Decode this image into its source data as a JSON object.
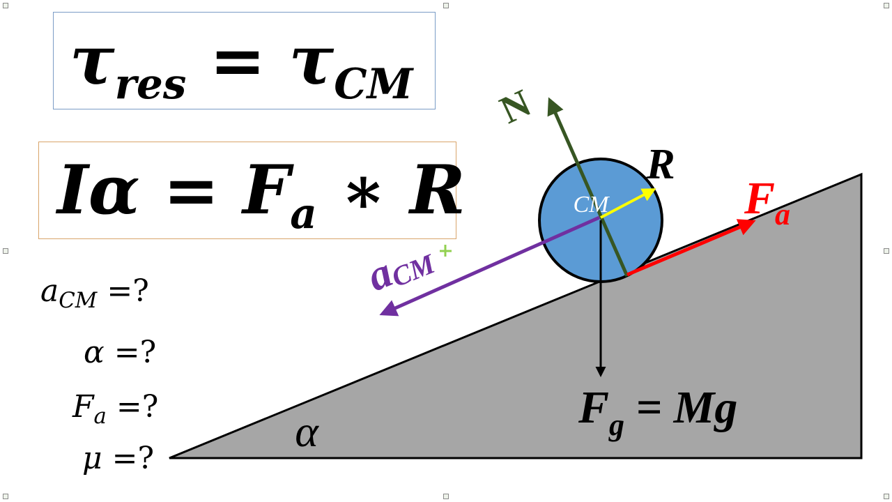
{
  "equations": {
    "torque": {
      "lhs": "τ",
      "lhs_sub": "res",
      "op": " = ",
      "rhs": "τ",
      "rhs_sub": "CM"
    },
    "rotation": {
      "lhs": "Iα",
      "op": " = ",
      "force": "F",
      "force_sub": "a",
      "times": " ∗ ",
      "radius": "R"
    }
  },
  "unknowns": [
    {
      "sym": "a",
      "sub": "CM",
      "rhs": " =?"
    },
    {
      "sym": "α",
      "sub": "",
      "rhs": " =?"
    },
    {
      "sym": "F",
      "sub": "a",
      "rhs": " =?"
    },
    {
      "sym": "μ",
      "sub": "",
      "rhs": " =?"
    }
  ],
  "diagram": {
    "normal_label": "N",
    "radius_label": "R",
    "cm_label": "CM",
    "friction_label": "F",
    "friction_sub": "a",
    "accel_label": "a",
    "accel_sub": "CM",
    "gravity_label": "F",
    "gravity_sub": "g",
    "gravity_rhs": " = Mg",
    "angle_label": "α"
  },
  "colors": {
    "incline_fill": "#a6a6a6",
    "ball_fill": "#5b9bd5",
    "normal": "#375623",
    "friction": "#ff0000",
    "acceleration": "#7030a0",
    "radius_arrow": "#ffff00",
    "gravity": "#000000"
  }
}
